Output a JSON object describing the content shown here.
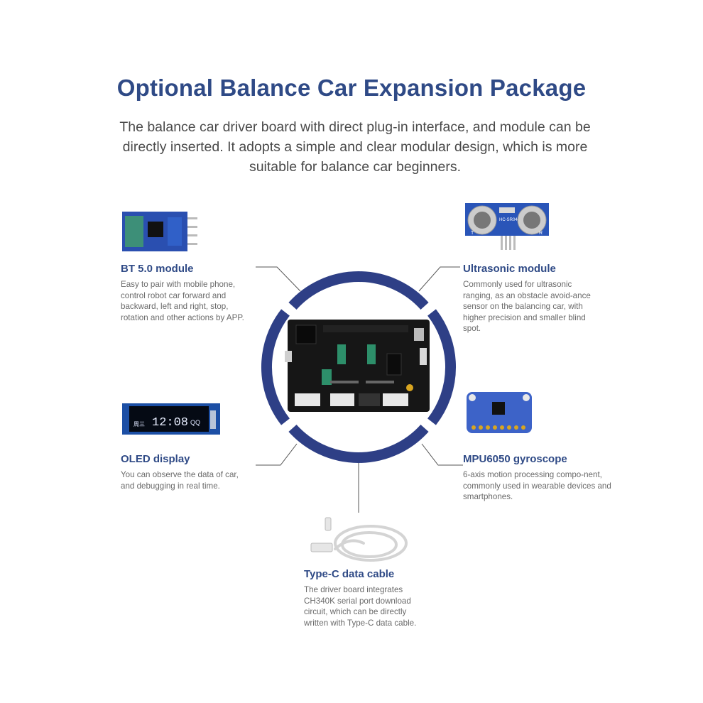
{
  "title": "Optional Balance Car Expansion Package",
  "subtitle": "The balance car driver board with direct plug-in interface, and module can be directly inserted. It adopts a simple and clear modular design, which is more suitable for balance car beginners.",
  "features": {
    "bt": {
      "title": "BT 5.0 module",
      "desc": "Easy to pair with mobile phone, control robot car forward and backward, left and right, stop, rotation and other actions by APP."
    },
    "ultrasonic": {
      "title": "Ultrasonic module",
      "desc": "Commonly used for ultrasonic ranging, as an obstacle avoid-ance sensor on the balancing car, with higher precision and smaller blind spot."
    },
    "oled": {
      "title": "OLED display",
      "desc": "You can observe the data of car, and debugging in real time."
    },
    "mpu": {
      "title": "MPU6050 gyroscope",
      "desc": "6-axis motion processing compo-nent, commonly used in wearable devices and smartphones."
    },
    "cable": {
      "title": "Type-C data cable",
      "desc": "The driver board integrates CH340K serial port download circuit, which can be directly written with Type-C data cable."
    }
  },
  "images": {
    "oled_screen_text": "12:08",
    "oled_small_label": "QQ",
    "oled_side_text": "周三",
    "ultrasonic_label": "HC-SR04",
    "ultrasonic_t": "T",
    "ultrasonic_r": "R"
  },
  "colors": {
    "accent": "#2f4a86",
    "ring": "#2e3f86",
    "board": "#161616",
    "module_blue": "#2a4fb0"
  }
}
